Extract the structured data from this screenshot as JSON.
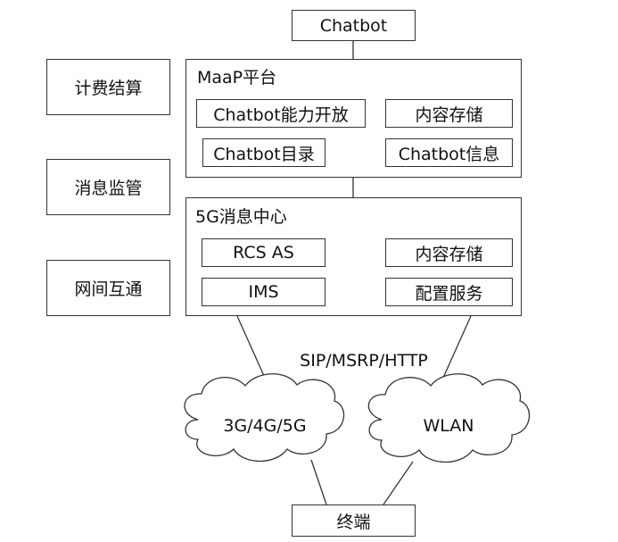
{
  "top_node": "Chatbot",
  "side_boxes": [
    "计费结算",
    "消息监管",
    "网间互通"
  ],
  "maap": {
    "title": "MaaP平台",
    "items": [
      "Chatbot能力开放",
      "内容存储",
      "Chatbot目录",
      "Chatbot信息"
    ]
  },
  "center_5g": {
    "title": "5G消息中心",
    "items": [
      "RCS AS",
      "内容存储",
      "IMS",
      "配置服务"
    ]
  },
  "protocol_label": "SIP/MSRP/HTTP",
  "networks": [
    "3G/4G/5G",
    "WLAN"
  ],
  "terminal": "终端"
}
